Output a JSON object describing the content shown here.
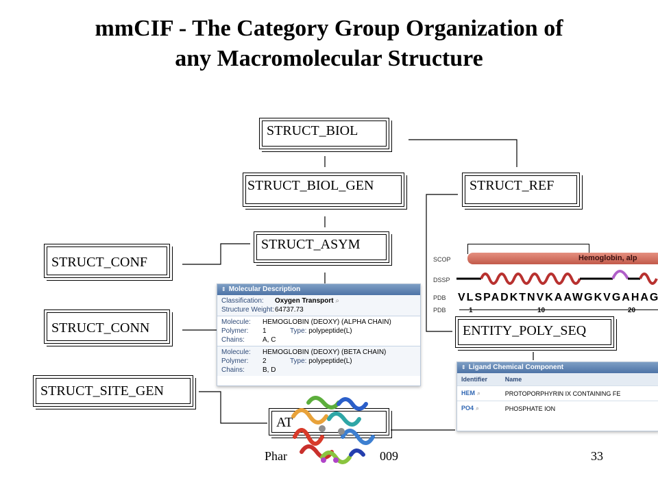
{
  "title": {
    "line1": "mmCIF - The Category Group Organization of",
    "line2": "any Macromolecular  Structure"
  },
  "boxes": {
    "struct_biol": "STRUCT_BIOL",
    "struct_biol_gen": "STRUCT_BIOL_GEN",
    "struct_ref": "STRUCT_REF",
    "struct_asym": "STRUCT_ASYM",
    "struct_conf": "STRUCT_CONF",
    "struct_conn": "STRUCT_CONN",
    "struct_site_gen": "STRUCT_SITE_GEN",
    "entity_poly_seq": "ENTITY_POLY_SEQ",
    "atom_site": "AT"
  },
  "molecular_description": {
    "header": "Molecular Description",
    "classification_label": "Classification:",
    "classification_value": "Oxygen Transport",
    "weight_label": "Structure Weight:",
    "weight_value": "64737.73",
    "molecules": [
      {
        "molecule_label": "Molecule:",
        "molecule": "HEMOGLOBIN (DEOXY) (ALPHA CHAIN)",
        "polymer_label": "Polymer:",
        "polymer": "1",
        "type_label": "Type:",
        "type": "polypeptide(L)",
        "chains_label": "Chains:",
        "chains": "A, C"
      },
      {
        "molecule_label": "Molecule:",
        "molecule": "HEMOGLOBIN (DEOXY) (BETA CHAIN)",
        "polymer_label": "Polymer:",
        "polymer": "2",
        "type_label": "Type:",
        "type": "polypeptide(L)",
        "chains_label": "Chains:",
        "chains": "B, D"
      }
    ]
  },
  "sequence": {
    "scop_label": "SCOP",
    "dssp_label": "DSSP",
    "pdb_label": "PDB",
    "pdb_label2": "PDB",
    "scop_text": "Hemoglobin, alp",
    "letters": "VLSPADKTNVKAAWGKVGAHAGE",
    "tick_1": "1",
    "tick_10": "10",
    "tick_20": "20"
  },
  "ligand": {
    "header": "Ligand Chemical Component",
    "col_identifier": "Identifier",
    "col_name": "Name",
    "rows": [
      {
        "id": "HEM",
        "name": "PROTOPORPHYRIN IX CONTAINING FE"
      },
      {
        "id": "PO4",
        "name": "PHOSPHATE ION"
      }
    ]
  },
  "footer": {
    "left": "Phar",
    "middle": "009",
    "page_number": "33"
  },
  "colors": {
    "panel_header": "#4d73a6",
    "scop_bar": "#cf6f5f",
    "helix": "#b8312f",
    "turn": "#b05fc8"
  }
}
